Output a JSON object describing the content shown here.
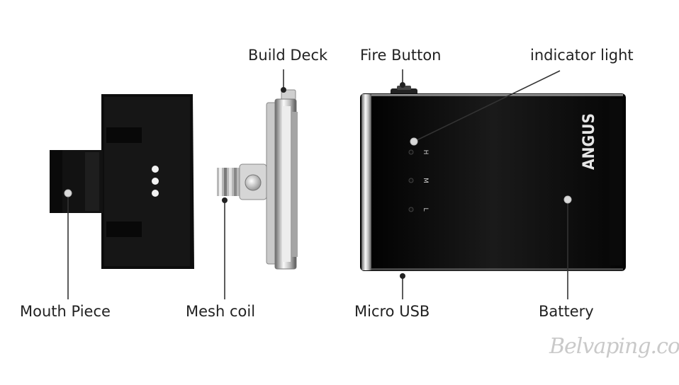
{
  "labels": {
    "build_deck": "Build Deck",
    "fire_button": "Fire Button",
    "indicator_light": "indicator light",
    "mouth_piece": "Mouth Piece",
    "mesh_coil": "Mesh coil",
    "micro_usb": "Micro  USB",
    "battery": "Battery"
  },
  "device": {
    "brand": "ANGUS",
    "led_h": "H",
    "led_m": "M",
    "led_l": "L"
  },
  "watermark": "Belvaping.com",
  "colors": {
    "body": "#111111",
    "label_text": "#222222",
    "callout_line": "#333333",
    "callout_dot": "#d9d9d9",
    "watermark": "#c9c9c9"
  }
}
